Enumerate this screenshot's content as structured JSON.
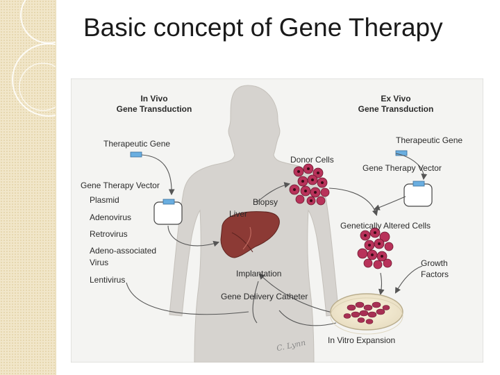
{
  "slide": {
    "title": "Basic concept of Gene Therapy"
  },
  "diagram": {
    "in_vivo": {
      "heading_line1": "In Vivo",
      "heading_line2": "Gene Transduction",
      "therapeutic_gene": "Therapeutic Gene",
      "vector_label": "Gene Therapy Vector",
      "vector_types": [
        "Plasmid",
        "Adenovirus",
        "Retrovirus",
        "Adeno-associated",
        "Virus",
        "Lentivirus"
      ]
    },
    "ex_vivo": {
      "heading_line1": "Ex Vivo",
      "heading_line2": "Gene Transduction",
      "therapeutic_gene": "Therapeutic Gene",
      "vector_label": "Gene Therapy Vector"
    },
    "labels": {
      "donor_cells": "Donor Cells",
      "biopsy": "Biopsy",
      "liver": "Liver",
      "genetically_altered_cells": "Genetically Altered Cells",
      "growth_line1": "Growth",
      "growth_line2": "Factors",
      "implantation": "Implantation",
      "gene_delivery_catheter": "Gene Delivery Catheter",
      "in_vitro_expansion": "In Vitro Expansion",
      "signature": "C. Lynn"
    },
    "colors": {
      "background": "#f4f4f2",
      "body": "#d6d3cf",
      "liver": "#8c3a35",
      "cells": "#b8325a",
      "gene_box": "#6aaee0",
      "arrow": "#555555"
    }
  }
}
